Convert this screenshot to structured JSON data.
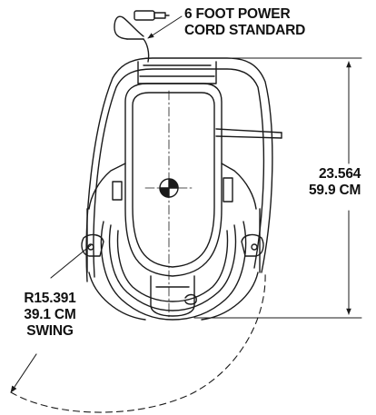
{
  "callouts": {
    "power_cord": {
      "line1": "6 FOOT POWER",
      "line2": "CORD STANDARD"
    },
    "height": {
      "inches": "23.564",
      "cm": "59.9 CM"
    },
    "swing_radius": {
      "inches": "R15.391",
      "cm": "39.1 CM",
      "label": "SWING"
    }
  },
  "colors": {
    "line": "#1a1a1a",
    "background": "#ffffff"
  }
}
